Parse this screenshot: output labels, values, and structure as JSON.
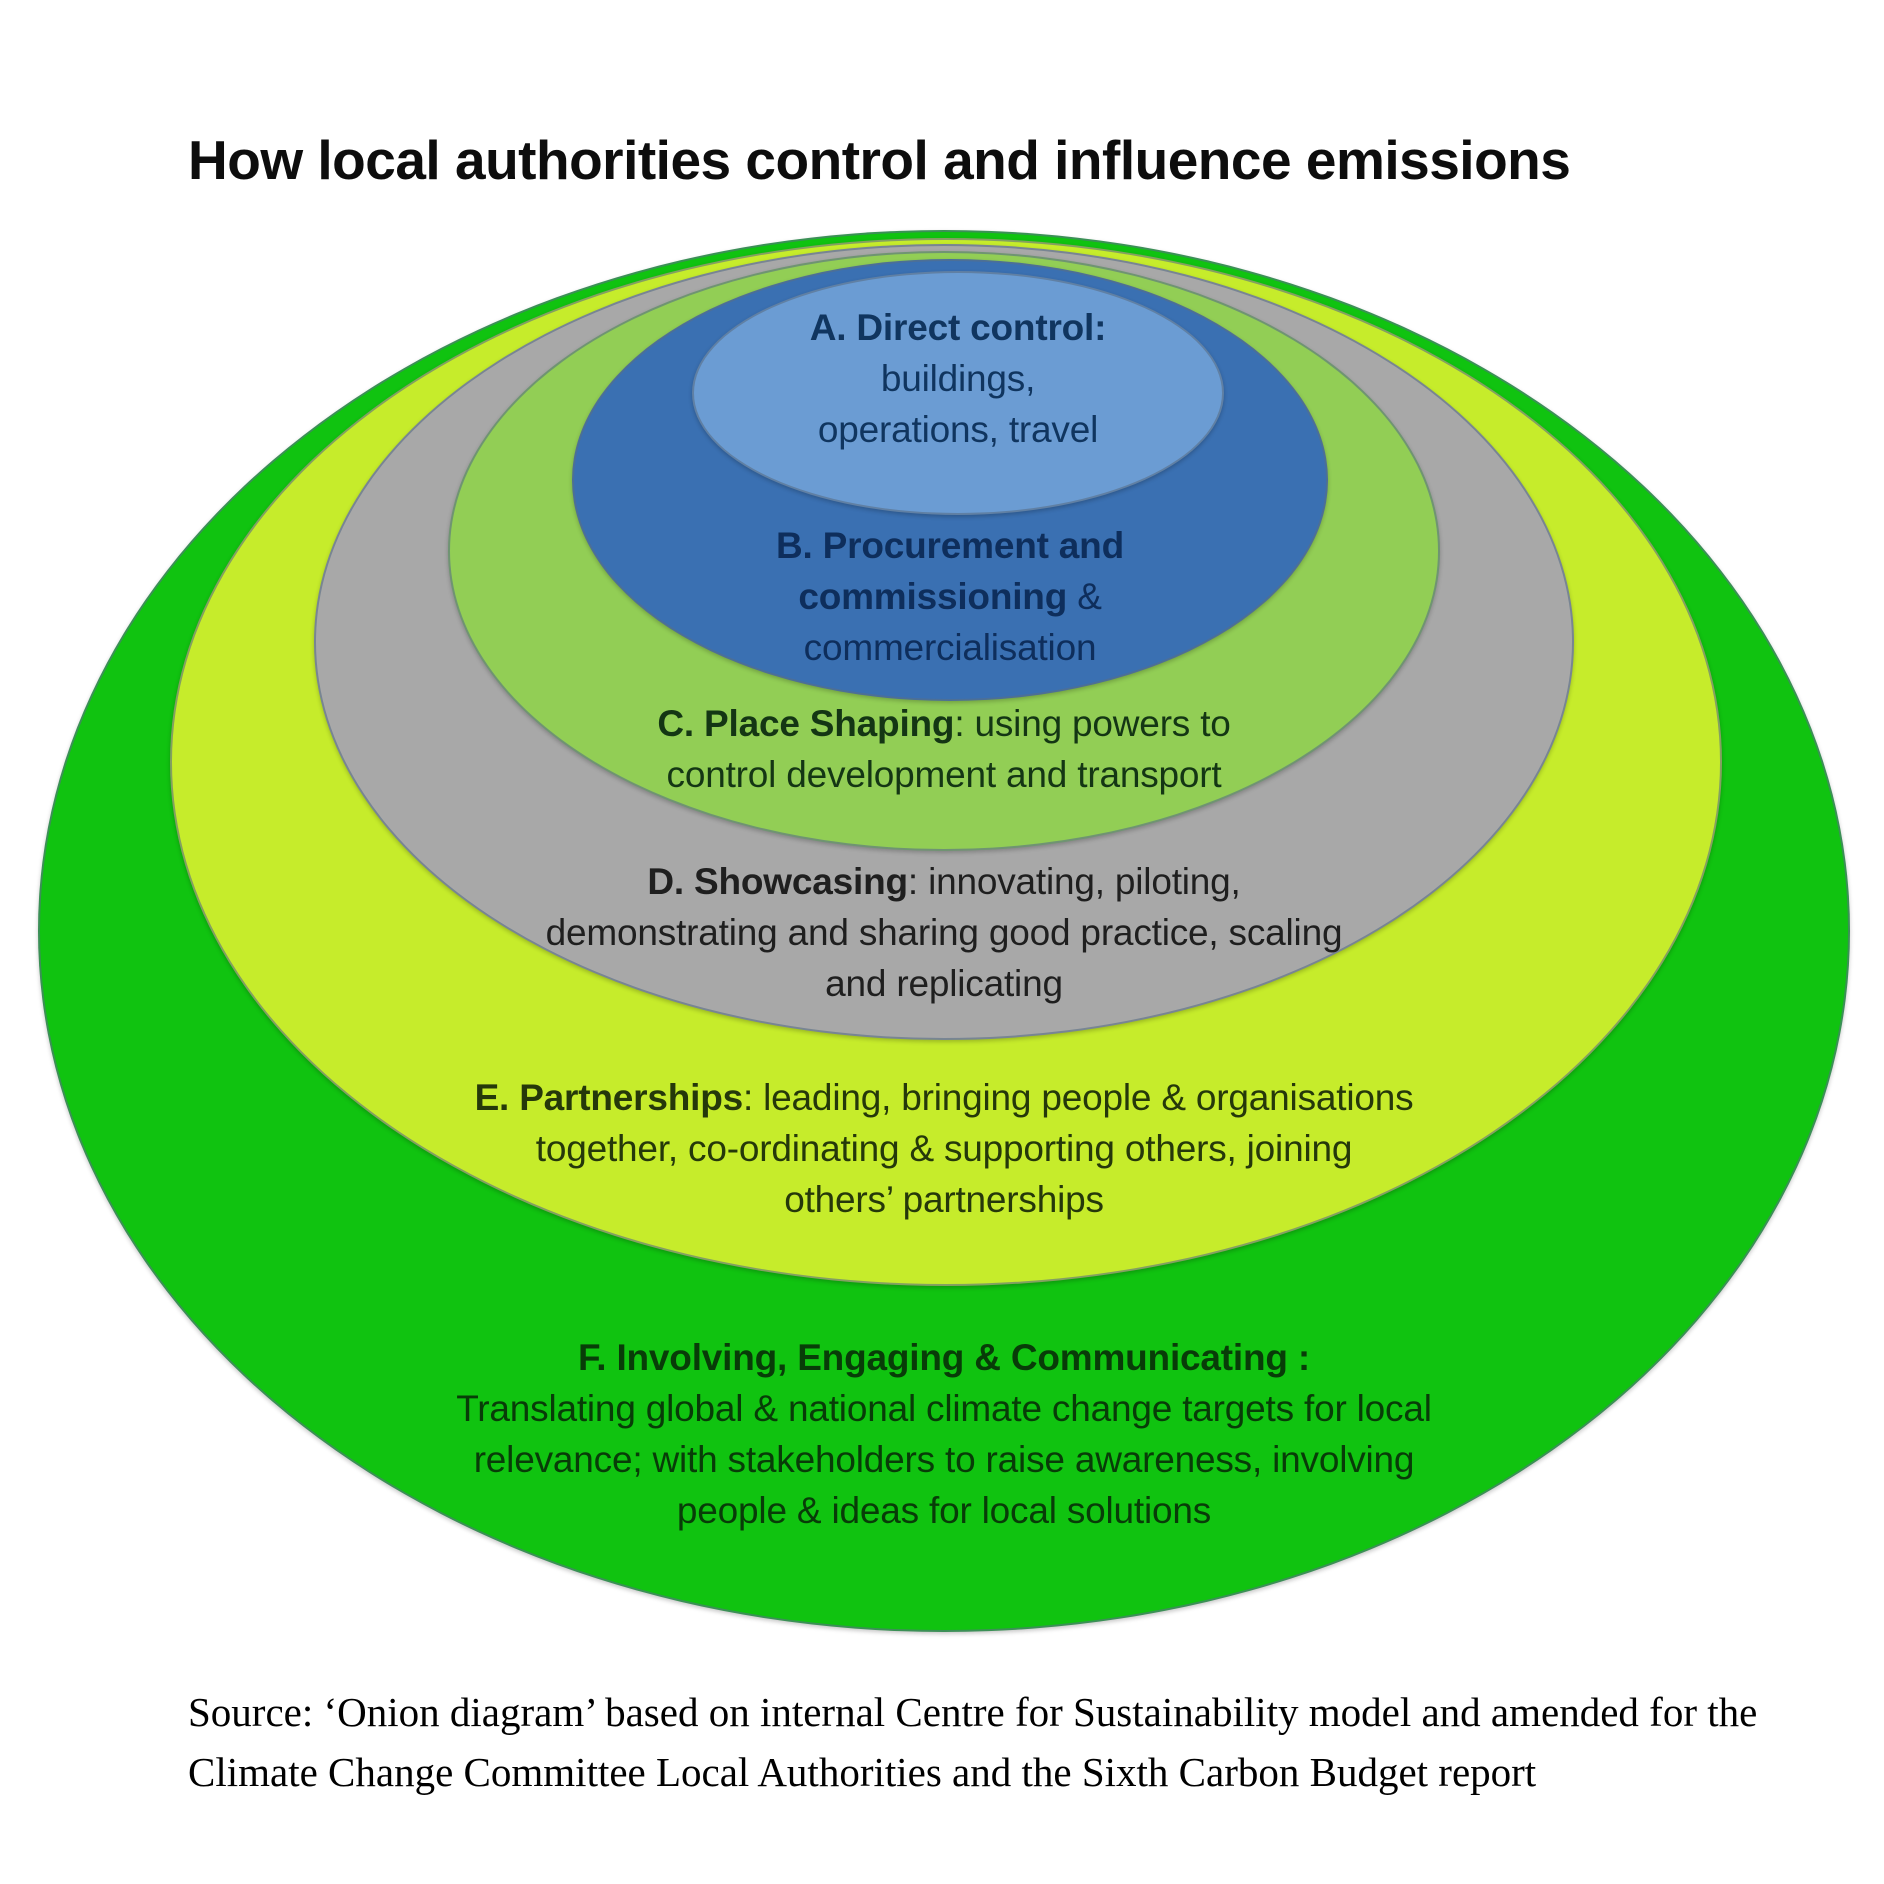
{
  "title": "How local authorities control and influence emissions",
  "diagram": {
    "type": "onion",
    "stroke": "#586E86",
    "layers": [
      {
        "id": "A",
        "name": "Direct control",
        "fill": "#6B9CD3",
        "text_color": "#10355F",
        "heading": "A. Direct control:",
        "line2": "buildings,",
        "line3": "operations, travel"
      },
      {
        "id": "B",
        "name": "Procurement and commissioning",
        "fill": "#3A70B2",
        "text_color": "#0E2E5C",
        "line1_bold": "B. Procurement and",
        "line2_bold": "commissioning",
        "line2_rest": " &",
        "line3": "commercialisation"
      },
      {
        "id": "C",
        "name": "Place Shaping",
        "fill": "#92CE55",
        "text_color": "#143614",
        "heading_bold": "C. Place Shaping",
        "heading_rest": ": using powers to",
        "line2": "control development and transport"
      },
      {
        "id": "D",
        "name": "Showcasing",
        "fill": "#A8A8A8",
        "text_color": "#1F1F1F",
        "heading_bold": "D. Showcasing",
        "heading_rest": ": innovating, piloting,",
        "line2": "demonstrating and sharing good practice, scaling",
        "line3": "and replicating"
      },
      {
        "id": "E",
        "name": "Partnerships",
        "fill": "#C6EC2B",
        "text_color": "#25380A",
        "heading_bold": "E. Partnerships",
        "heading_rest": ": leading, bringing people & organisations",
        "line2": "together, co-ordinating & supporting others, joining",
        "line3": "others’ partnerships"
      },
      {
        "id": "F",
        "name": "Involving, Engaging & Communicating",
        "fill": "#10C310",
        "text_color": "#083C08",
        "heading": "F. Involving, Engaging & Communicating :",
        "line2": "Translating global & national climate change targets for local",
        "line3": "relevance; with stakeholders to raise awareness, involving",
        "line4": "people & ideas for local solutions"
      }
    ]
  },
  "source": {
    "line1": "Source: ‘Onion diagram’ based on internal Centre for Sustainability model and amended for the",
    "line2": "Climate Change Committee Local Authorities and the Sixth Carbon Budget report"
  }
}
